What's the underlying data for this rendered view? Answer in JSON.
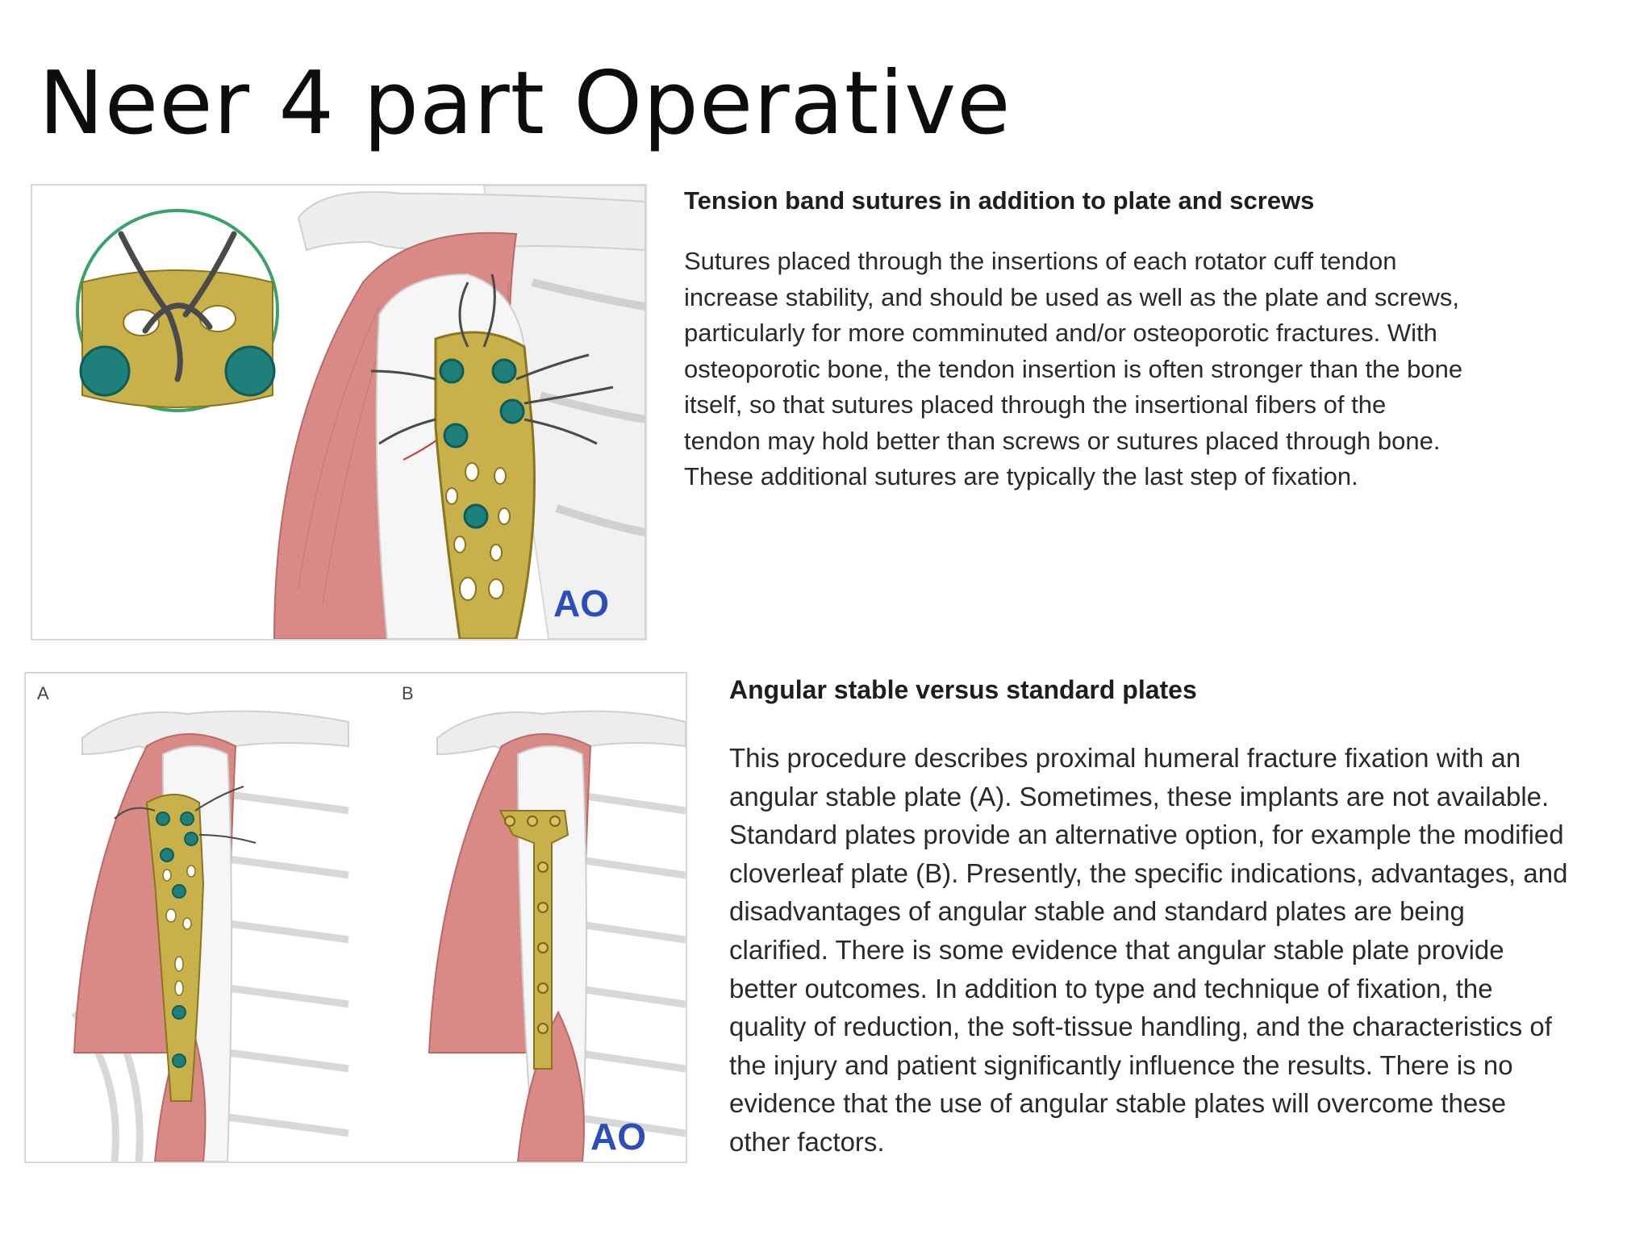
{
  "slide": {
    "title": "Neer 4 part Operative"
  },
  "section1": {
    "heading": "Tension band sutures in addition to plate and screws",
    "body": "Sutures placed through the insertions of each rotator cuff tendon increase stability, and should be used as well as the plate and screws, particularly for more comminuted and/or osteoporotic fractures. With osteoporotic bone, the tendon insertion is often stronger than the bone itself, so that sutures placed through the insertional fibers of the tendon may hold better than screws or sutures placed through bone.",
    "note": "These additional sutures are typically the last step of fixation.",
    "figure": {
      "logo": "AO"
    }
  },
  "section2": {
    "heading": "Angular stable versus standard plates",
    "body": "This procedure describes proximal humeral fracture fixation with an angular stable plate (A). Sometimes, these implants are not available. Standard plates provide an alternative option, for example the modified cloverleaf plate (B). Presently, the specific indications, advantages, and disadvantages of angular stable and standard plates are being clarified. There is some evidence that angular stable plate provide better outcomes. In addition to type and technique of fixation, the quality of reduction, the soft-tissue handling, and the characteristics of the injury and patient significantly influence the results. There is no evidence that the use of angular stable plates will overcome these other factors.",
    "figure": {
      "panel_a_label": "A",
      "panel_b_label": "B",
      "logo": "AO"
    }
  },
  "colors": {
    "plate_gold": "#c8b04a",
    "plate_outline": "#8a7520",
    "screw_teal": "#1f7f7a",
    "muscle_red": "#d98a86",
    "bone_gray": "#ececec",
    "ao_blue": "#2b4fb8",
    "inset_border": "#3aa36b"
  }
}
